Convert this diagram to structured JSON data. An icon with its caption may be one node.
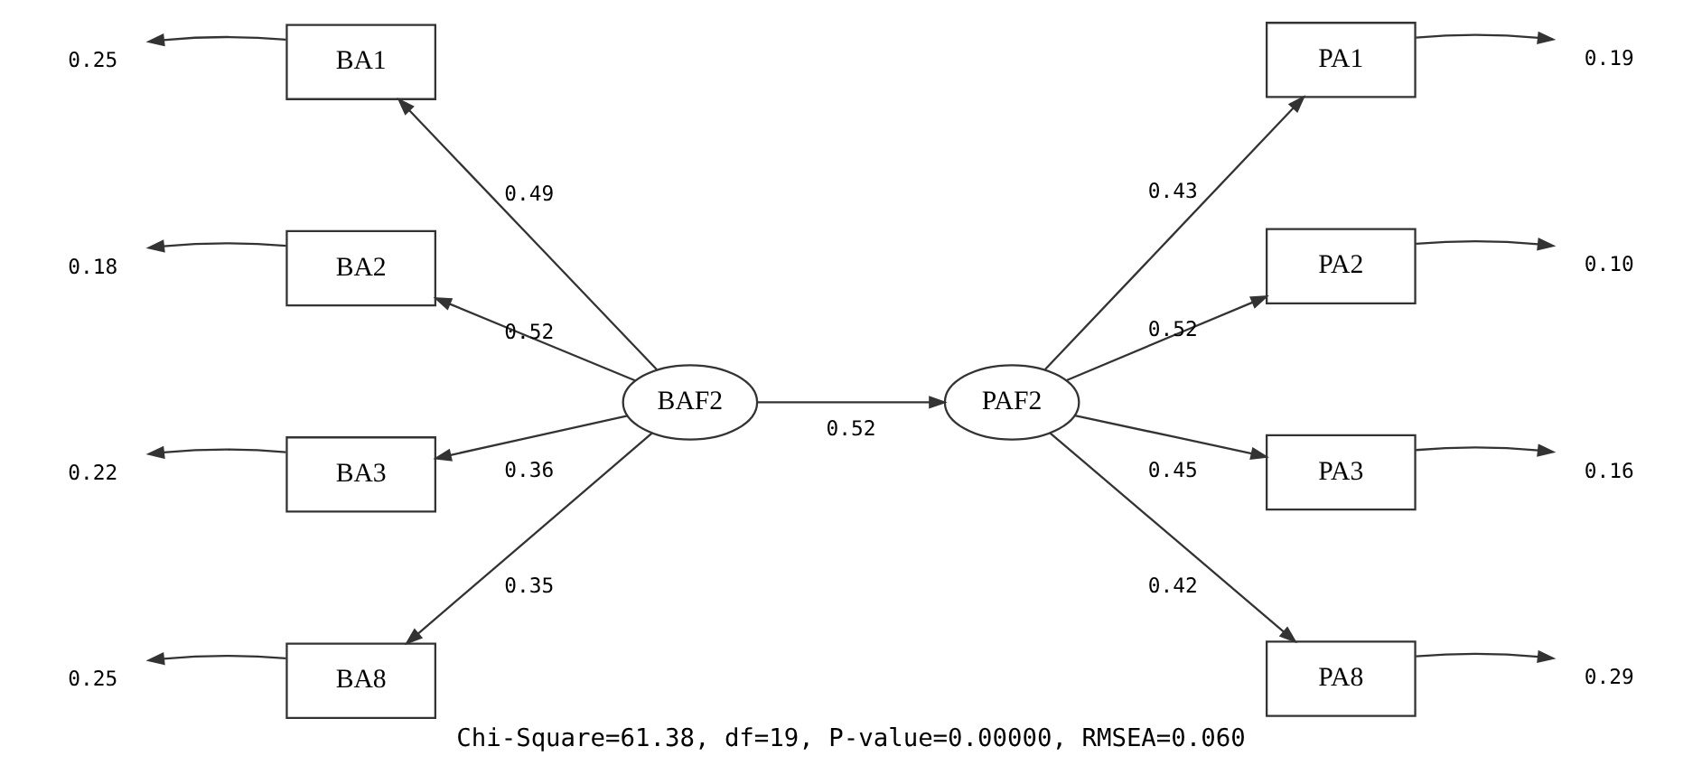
{
  "diagram": {
    "caption": "Chi-Square=61.38, df=19, P-value=0.00000, RMSEA=0.060",
    "nodes": [
      {
        "text": [
          "BAF2"
        ]
      },
      {
        "text": [
          "PAF2"
        ]
      },
      {
        "text": [
          "BA1"
        ]
      },
      {
        "text": [
          "BA2"
        ]
      },
      {
        "text": [
          "BA3"
        ]
      },
      {
        "text": [
          "BA8"
        ]
      },
      {
        "text": [
          "PA1"
        ]
      },
      {
        "text": [
          "PA2"
        ]
      },
      {
        "text": [
          "PA3"
        ]
      },
      {
        "text": [
          "PA8"
        ]
      },
      {
        "text": [
          "0.25"
        ]
      },
      {
        "text": [
          "0.18"
        ]
      },
      {
        "text": [
          "0.22"
        ]
      },
      {
        "text": [
          "0.25"
        ]
      },
      {
        "text": [
          "0.19"
        ]
      },
      {
        "text": [
          "0.10"
        ]
      },
      {
        "text": [
          "0.16"
        ]
      },
      {
        "text": [
          "0.29"
        ]
      }
    ],
    "edges": [
      {
        "from": 0,
        "to": 2,
        "arrow": "to",
        "label": "0.49"
      },
      {
        "from": 0,
        "to": 3,
        "arrow": "to",
        "label": "0.52"
      },
      {
        "from": 0,
        "to": 4,
        "arrow": "to",
        "label": "0.36"
      },
      {
        "from": 0,
        "to": 5,
        "arrow": "to",
        "label": "0.35"
      },
      {
        "from": 0,
        "to": 1,
        "arrow": "to",
        "label": "0.52"
      },
      {
        "from": 1,
        "to": 6,
        "arrow": "to",
        "label": "0.43"
      },
      {
        "from": 1,
        "to": 7,
        "arrow": "to",
        "label": "0.52"
      },
      {
        "from": 1,
        "to": 8,
        "arrow": "to",
        "label": "0.45"
      },
      {
        "from": 1,
        "to": 9,
        "arrow": "to",
        "label": "0.42"
      },
      {
        "from": 2,
        "to": 10,
        "arrow": "to"
      },
      {
        "from": 3,
        "to": 11,
        "arrow": "to"
      },
      {
        "from": 4,
        "to": 12,
        "arrow": "to"
      },
      {
        "from": 5,
        "to": 13,
        "arrow": "to"
      },
      {
        "from": 6,
        "to": 14,
        "arrow": "to"
      },
      {
        "from": 7,
        "to": 15,
        "arrow": "to"
      },
      {
        "from": 8,
        "to": 16,
        "arrow": "to"
      },
      {
        "from": 9,
        "to": 17,
        "arrow": "to"
      }
    ]
  }
}
